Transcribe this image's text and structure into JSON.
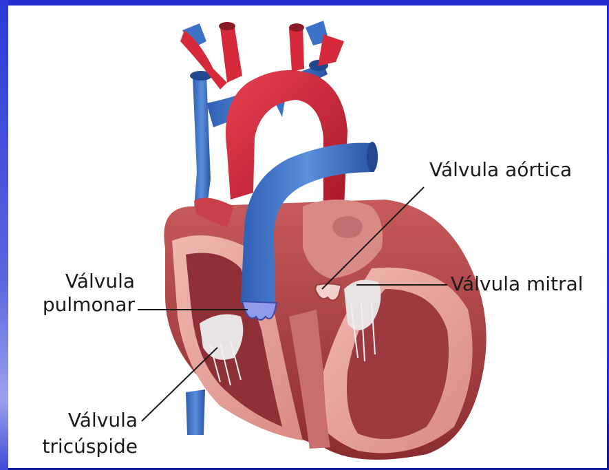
{
  "colors": {
    "frame_blue": "#1f2ecc",
    "frame_blue_dark": "#0f1a9a",
    "frame_blue_light": "#7c86e6",
    "panel": "#ffffff",
    "artery_red": "#d62a3a",
    "vein_blue": "#3b72c7",
    "myocardium": "#b94a4a",
    "inner_pink": "#e6a8a0",
    "label_text": "#1a1a1a"
  },
  "labels": {
    "aortic": "Válvula aórtica",
    "pulmonary_line1": "Válvula",
    "pulmonary_line2": "pulmonar",
    "mitral": "Válvula mitral",
    "tricuspid_line1": "Válvula",
    "tricuspid_line2": "tricúspide"
  }
}
